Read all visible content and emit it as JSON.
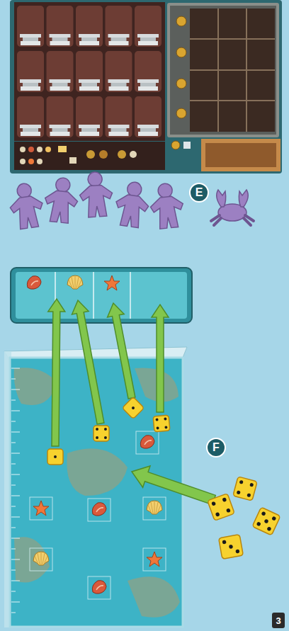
{
  "diagram": {
    "labels": [
      "E",
      "F",
      "3"
    ]
  }
}
